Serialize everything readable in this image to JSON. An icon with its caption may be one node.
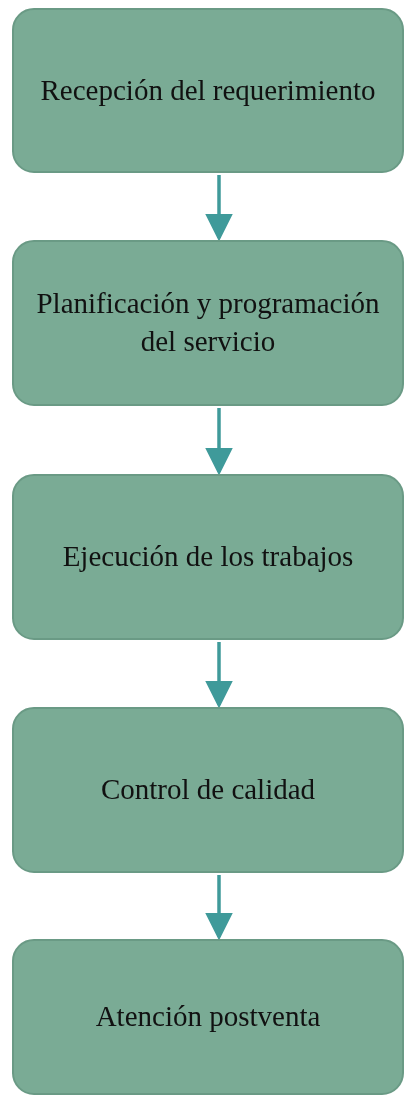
{
  "diagram": {
    "nodes": [
      {
        "text": [
          "Recepción del requerimiento"
        ]
      },
      {
        "text": [
          "Planificación y programación del servicio"
        ]
      },
      {
        "text": [
          "Ejecución de los trabajos"
        ]
      },
      {
        "text": [
          "Control de calidad"
        ]
      },
      {
        "text": [
          "Atención postventa"
        ]
      }
    ],
    "edges": [
      {
        "from": 0,
        "to": 1,
        "arrow": "to"
      },
      {
        "from": 1,
        "to": 2,
        "arrow": "to"
      },
      {
        "from": 2,
        "to": 3,
        "arrow": "to"
      },
      {
        "from": 3,
        "to": 4,
        "arrow": "to"
      }
    ]
  }
}
